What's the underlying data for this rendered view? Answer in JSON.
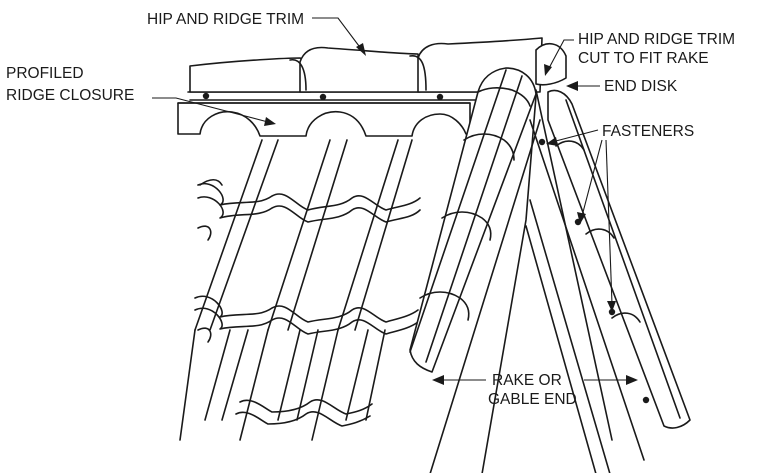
{
  "labels": {
    "hip_ridge_trim": "HIP AND RIDGE TRIM",
    "hip_ridge_trim_cut_1": "HIP AND RIDGE TRIM",
    "hip_ridge_trim_cut_2": "CUT TO FIT RAKE",
    "profiled_1": "PROFILED",
    "profiled_2": "RIDGE CLOSURE",
    "end_disk": "END DISK",
    "fasteners": "FASTENERS",
    "rake_1": "RAKE OR",
    "rake_2": "GABLE END"
  },
  "colors": {
    "line": "#1a1a1a",
    "background": "#ffffff"
  }
}
